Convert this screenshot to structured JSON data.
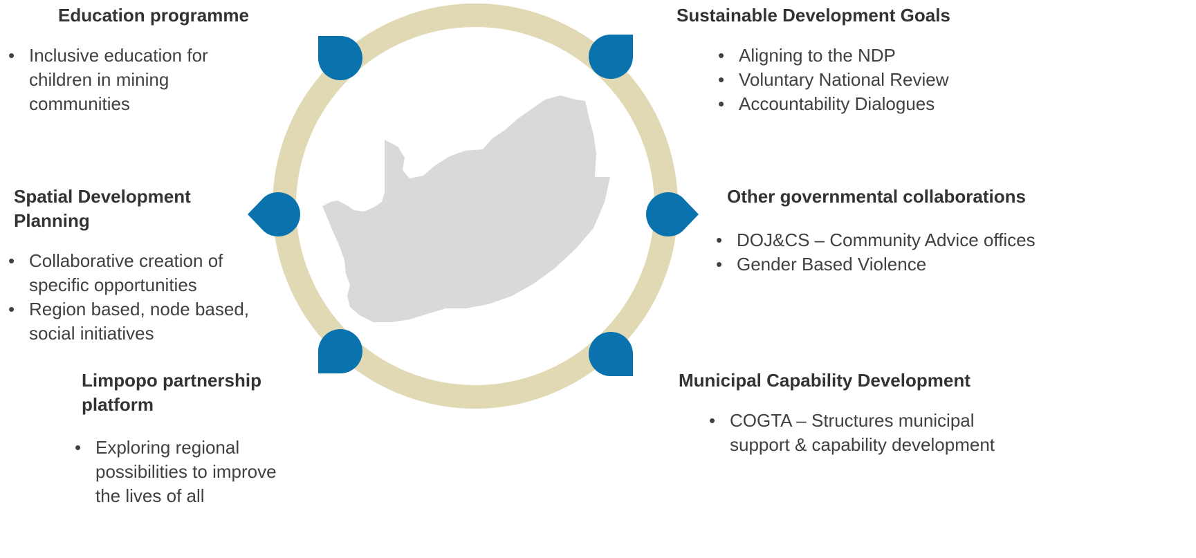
{
  "colors": {
    "ring": "#e0d9b4",
    "marker": "#0a72ad",
    "map": "#d9d9d9",
    "heading_text": "#333333",
    "body_text": "#404040"
  },
  "icons": {
    "center": "south-africa-map-icon",
    "markers": "teardrop-marker-icon"
  },
  "sections": {
    "education": {
      "title": "Education programme",
      "bullets": [
        "Inclusive education for children in mining communities"
      ]
    },
    "spatial": {
      "title": "Spatial Development Planning",
      "bullets": [
        "Collaborative creation of specific opportunities",
        "Region based, node based, social initiatives"
      ]
    },
    "limpopo": {
      "title": "Limpopo partnership platform",
      "bullets": [
        "Exploring regional possibilities to improve the lives of all"
      ]
    },
    "sdg": {
      "title": "Sustainable Development Goals",
      "bullets": [
        "Aligning to the NDP",
        "Voluntary National Review",
        "Accountability Dialogues"
      ]
    },
    "other_gov": {
      "title": "Other governmental collaborations",
      "bullets": [
        "DOJ&CS – Community Advice offices",
        "Gender Based Violence"
      ]
    },
    "municipal": {
      "title": "Municipal Capability Development",
      "bullets": [
        "COGTA – Structures municipal support & capability development"
      ]
    }
  }
}
